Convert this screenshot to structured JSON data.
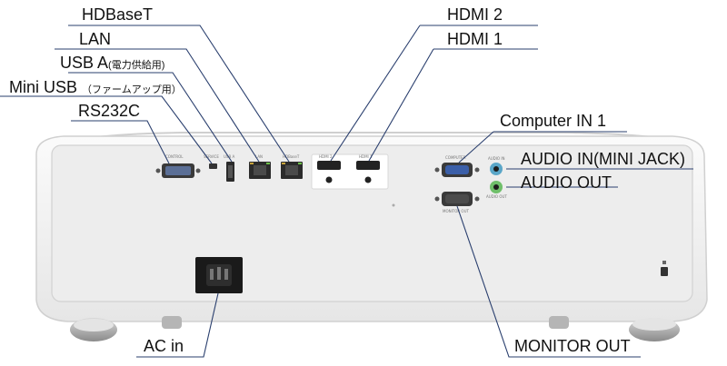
{
  "labels": {
    "hdbaset": "HDBaseT",
    "lan": "LAN",
    "usb_a": "USB A",
    "usb_a_note": "(電力供給用)",
    "mini_usb": "Mini USB",
    "mini_usb_note": "（ファームアップ用）",
    "rs232c": "RS232C",
    "hdmi2": "HDMI 2",
    "hdmi1": "HDMI 1",
    "computer_in": "Computer IN 1",
    "audio_in": "AUDIO IN(MINI JACK)",
    "audio_out": "AUDIO OUT",
    "monitor_out": "MONITOR OUT",
    "ac_in": "AC in"
  },
  "panel_text": {
    "control": "CONTROL",
    "service": "SERVICE",
    "usb": "USB A",
    "lan": "LAN",
    "hdbaset": "HDBaseT",
    "hdmi2": "HDMI 2",
    "hdmi1": "HDMI 1",
    "computer": "COMPUTER",
    "monitor_out": "MONITOR OUT",
    "audio_in": "AUDIO IN",
    "audio_out": "AUDIO OUT"
  },
  "colors": {
    "body": "#f4f4f4",
    "panel": "#ececec",
    "vga_blue": "#3b5fa8",
    "audio_in_color": "#5aa6c8",
    "audio_out_color": "#6fbf6a",
    "callout_line": "#2a3f6e"
  }
}
